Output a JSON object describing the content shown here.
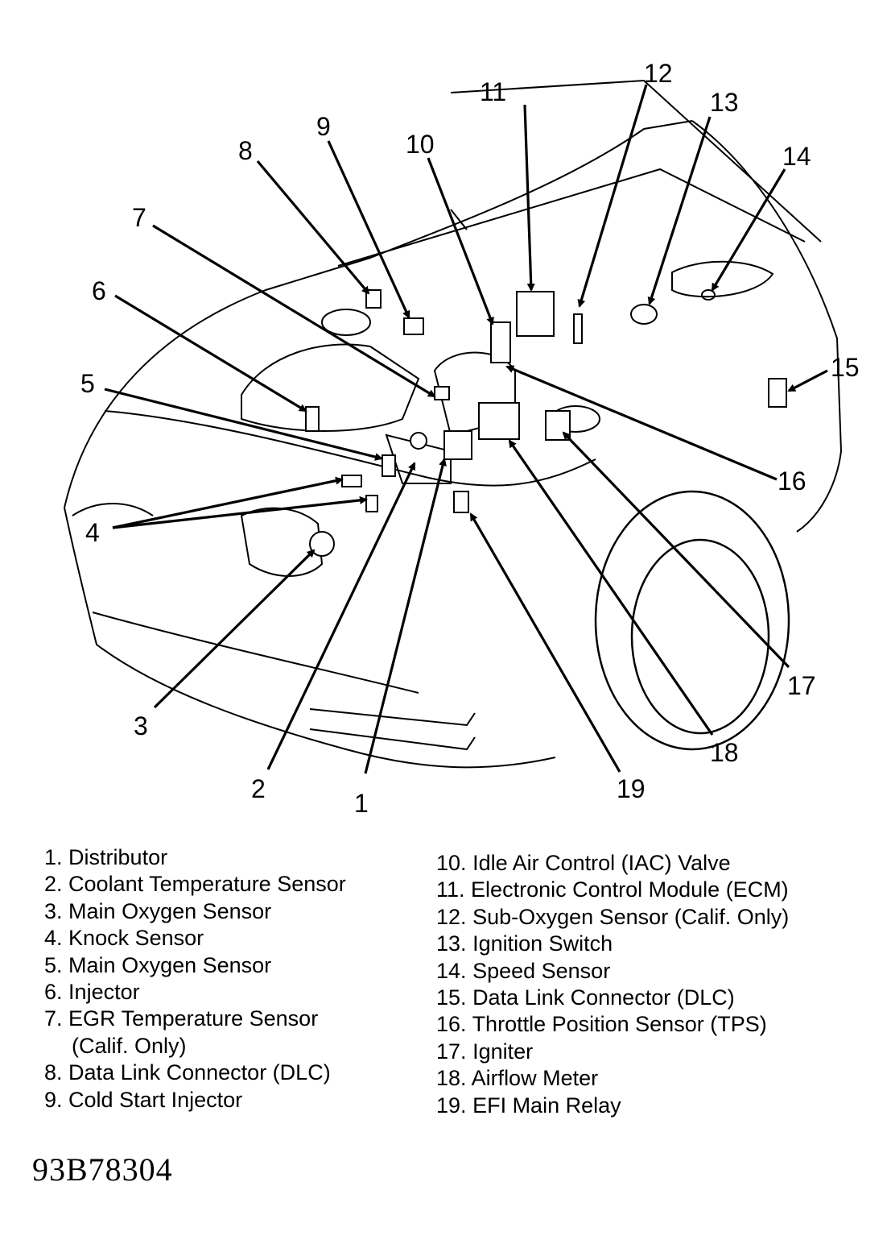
{
  "diagram": {
    "callouts": [
      "1",
      "2",
      "3",
      "4",
      "5",
      "6",
      "7",
      "8",
      "9",
      "10",
      "11",
      "12",
      "13",
      "14",
      "15",
      "16",
      "17",
      "18",
      "19"
    ]
  },
  "legend": {
    "left": [
      {
        "num": "1.",
        "text": "Distributor"
      },
      {
        "num": "2.",
        "text": "Coolant Temperature Sensor"
      },
      {
        "num": "3.",
        "text": "Main Oxygen Sensor"
      },
      {
        "num": "4.",
        "text": "Knock Sensor"
      },
      {
        "num": "5.",
        "text": "Main Oxygen Sensor"
      },
      {
        "num": "6.",
        "text": "Injector"
      },
      {
        "num": "7.",
        "text": "EGR Temperature Sensor",
        "sub": "(Calif. Only)"
      },
      {
        "num": "8.",
        "text": "Data Link Connector (DLC)"
      },
      {
        "num": "9.",
        "text": "Cold Start Injector"
      }
    ],
    "right": [
      {
        "num": "10.",
        "text": "Idle Air Control (IAC) Valve"
      },
      {
        "num": "11.",
        "text": "Electronic Control Module (ECM)"
      },
      {
        "num": "12.",
        "text": "Sub-Oxygen Sensor (Calif. Only)"
      },
      {
        "num": "13.",
        "text": "Ignition Switch"
      },
      {
        "num": "14.",
        "text": "Speed Sensor"
      },
      {
        "num": "15.",
        "text": "Data Link Connector (DLC)"
      },
      {
        "num": "16.",
        "text": "Throttle Position Sensor (TPS)"
      },
      {
        "num": "17.",
        "text": "Igniter"
      },
      {
        "num": "18.",
        "text": "Airflow Meter"
      },
      {
        "num": "19.",
        "text": "EFI Main Relay"
      }
    ]
  },
  "figure_id": "93B78304"
}
